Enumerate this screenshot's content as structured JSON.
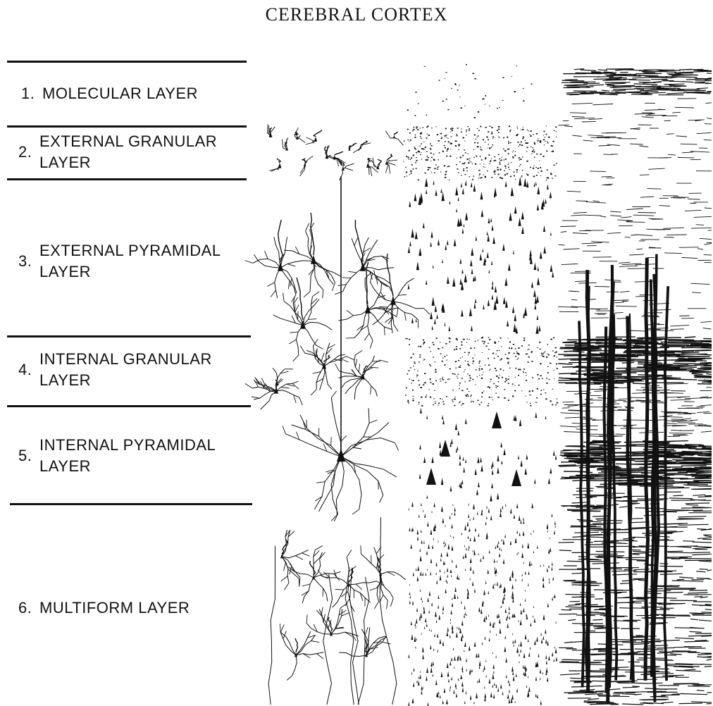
{
  "title": "CEREBRAL CORTEX",
  "layers": [
    {
      "number": "1.",
      "line1": "MOLECULAR LAYER",
      "line2": ""
    },
    {
      "number": "2.",
      "line1": "EXTERNAL GRANULAR",
      "line2": "LAYER"
    },
    {
      "number": "3.",
      "line1": "EXTERNAL PYRAMIDAL",
      "line2": "LAYER"
    },
    {
      "number": "4.",
      "line1": "INTERNAL GRANULAR",
      "line2": "LAYER"
    },
    {
      "number": "5.",
      "line1": "INTERNAL PYRAMIDAL",
      "line2": "LAYER"
    },
    {
      "number": "6.",
      "line1": "MULTIFORM LAYER",
      "line2": ""
    }
  ],
  "ink_color": "#111111"
}
